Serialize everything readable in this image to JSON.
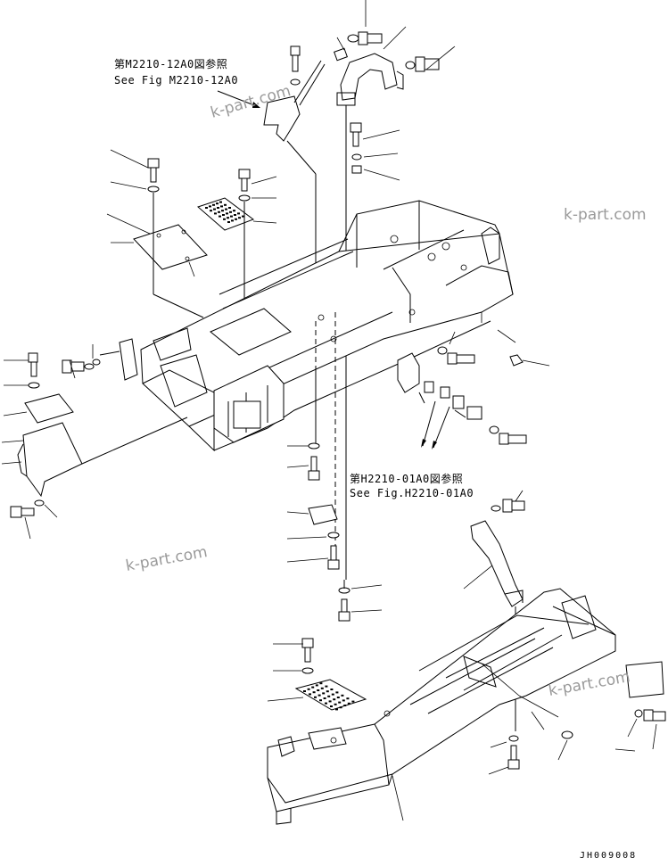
{
  "references": {
    "upper_jp": "第M2210-12A0図参照",
    "upper_en": "See Fig M2210-12A0",
    "lower_jp": "第H2210-01A0図参照",
    "lower_en": "See Fig.H2210-01A0"
  },
  "watermarks": [
    "k-part.com",
    "k-part.com",
    "k-part.com",
    "k-part.com"
  ],
  "drawing_code": "JH009008"
}
